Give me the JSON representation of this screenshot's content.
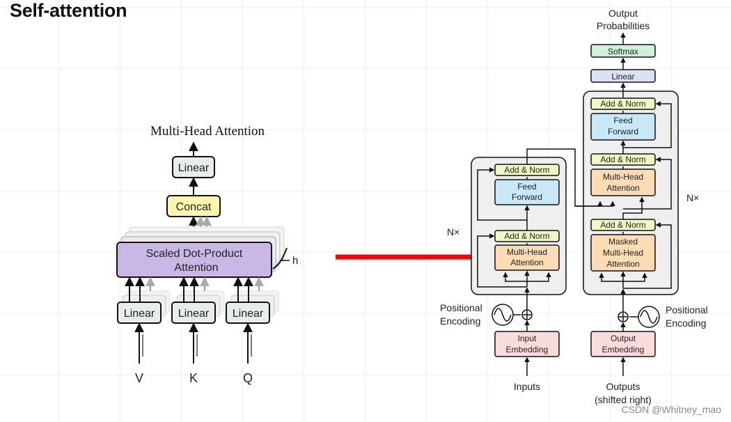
{
  "page": {
    "title": "Self-attention",
    "watermark": "CSDN @Whitney_mao"
  },
  "mha": {
    "title": "Multi-Head Attention",
    "linear_top": "Linear",
    "concat": "Concat",
    "sdpa_line1": "Scaled Dot-Product",
    "sdpa_line2": "Attention",
    "heads_label": "h",
    "linear_v": "Linear",
    "linear_k": "Linear",
    "linear_q": "Linear",
    "input_v": "V",
    "input_k": "K",
    "input_q": "Q"
  },
  "transformer": {
    "output_line1": "Output",
    "output_line2": "Probabilities",
    "softmax": "Softmax",
    "linear": "Linear",
    "encoder": {
      "add_norm_top": "Add & Norm",
      "ff_line1": "Feed",
      "ff_line2": "Forward",
      "add_norm_bottom": "Add & Norm",
      "mha_line1": "Multi-Head",
      "mha_line2": "Attention",
      "nx": "N×",
      "pos_line1": "Positional",
      "pos_line2": "Encoding",
      "emb_line1": "Input",
      "emb_line2": "Embedding",
      "inputs": "Inputs"
    },
    "decoder": {
      "add_norm_top": "Add & Norm",
      "ff_line1": "Feed",
      "ff_line2": "Forward",
      "add_norm_mid": "Add & Norm",
      "mha_line1": "Multi-Head",
      "mha_line2": "Attention",
      "add_norm_bottom": "Add & Norm",
      "masked_line1": "Masked",
      "masked_line2": "Multi-Head",
      "masked_line3": "Attention",
      "nx": "N×",
      "pos_line1": "Positional",
      "pos_line2": "Encoding",
      "emb_line1": "Output",
      "emb_line2": "Embedding",
      "outputs_line1": "Outputs",
      "outputs_line2": "(shifted right)"
    }
  },
  "colors": {
    "sdpa_fill": "#c9b8e6",
    "linear_fill": "#e7ecec",
    "concat_fill": "#fcf5b0",
    "add_norm_fill": "#eff8c2",
    "ff_fill": "#c8e8f8",
    "attn_fill": "#fcdcb4",
    "embed_fill": "#f8dcdc",
    "softmax_fill": "#cfefd6",
    "t_linear_fill": "#dde1f6",
    "block_fill": "#efefef",
    "arrow_red": "#ff0000"
  }
}
